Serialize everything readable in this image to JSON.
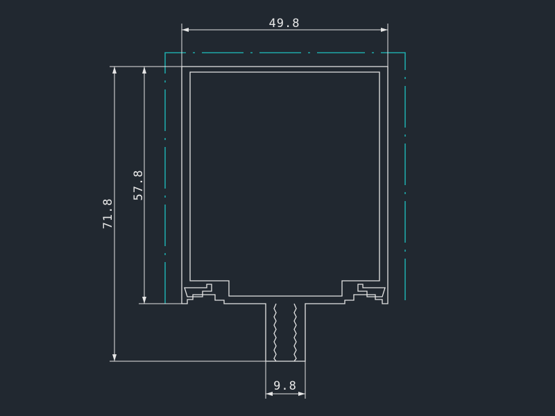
{
  "drawing": {
    "background_color": "#212830",
    "line_color": "#e6e6e6",
    "centerline_color": "#1fa8a8"
  },
  "dimensions": {
    "top_width": "49.8",
    "inner_height": "57.8",
    "total_height": "71.8",
    "bottom_width": "9.8"
  }
}
